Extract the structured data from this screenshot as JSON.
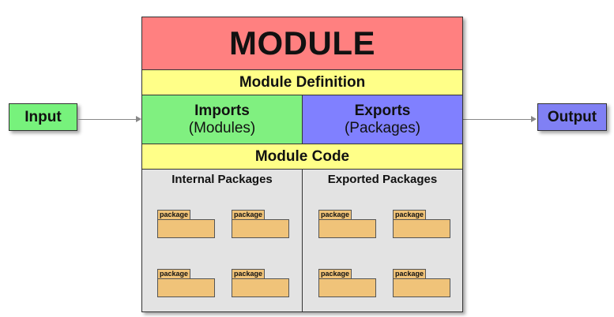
{
  "input": {
    "label": "Input",
    "color": "#77f27c"
  },
  "output": {
    "label": "Output",
    "color": "#8080f4"
  },
  "module": {
    "title": "MODULE",
    "definition": "Module Definition",
    "imports": {
      "title": "Imports",
      "subtitle": "(Modules)"
    },
    "exports": {
      "title": "Exports",
      "subtitle": "(Packages)"
    },
    "code": "Module Code",
    "internal_heading": "Internal Packages",
    "exported_heading": "Exported Packages",
    "package_label": "package"
  },
  "colors": {
    "title_band": "#ff8080",
    "yellow_band": "#ffff88",
    "imports": "#80f080",
    "exports": "#8080ff",
    "package_fill": "#f0c379",
    "package_area": "#e3e3e3"
  }
}
